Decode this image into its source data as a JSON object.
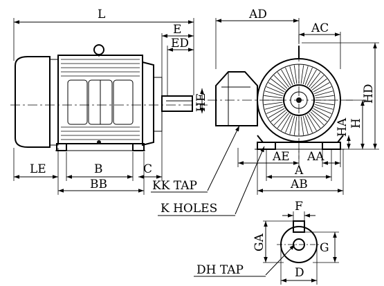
{
  "drawing": {
    "labels": {
      "L": "L",
      "E": "E",
      "ED": "ED",
      "AD": "AD",
      "AC": "AC",
      "HE": "HE",
      "HD": "HD",
      "HA": "HA",
      "H": "H",
      "LE": "LE",
      "B": "B",
      "C": "C",
      "BB": "BB",
      "KK_TAP": "KK TAP",
      "K_HOLES": "K HOLES",
      "AE": "AE",
      "AA": "AA",
      "A": "A",
      "AB": "AB",
      "F": "F",
      "GA": "GA",
      "G": "G",
      "DH_TAP": "DH TAP",
      "D": "D"
    }
  }
}
